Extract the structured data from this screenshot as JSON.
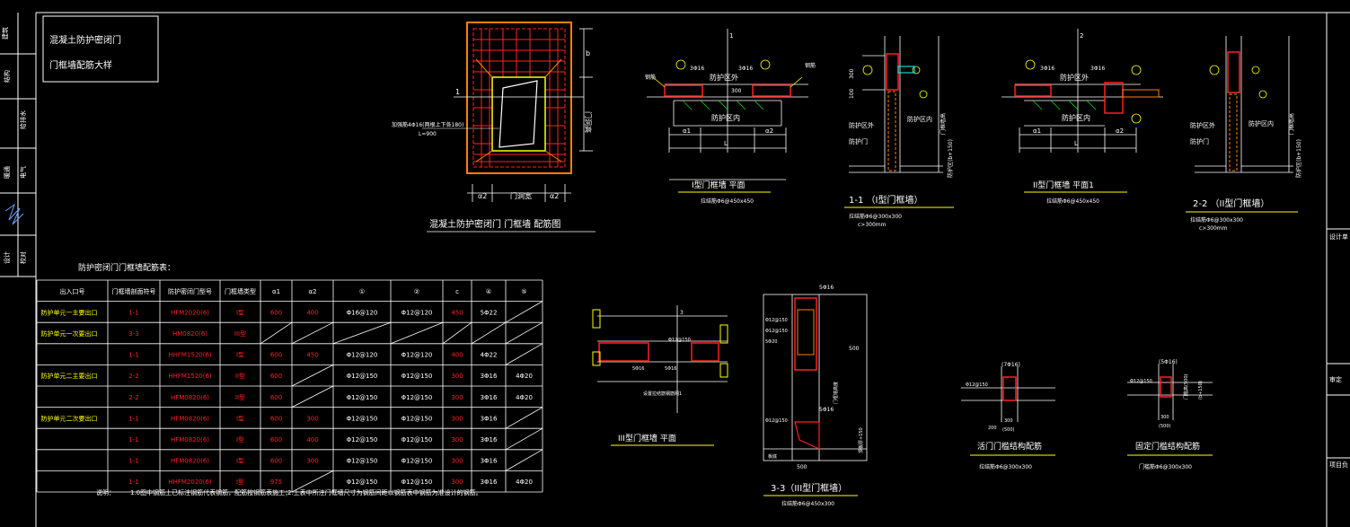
{
  "title_block": {
    "line1": "混凝土防护密闭门",
    "line2": "门框墙配筋大样"
  },
  "main_drawing": {
    "caption": "混凝土防护密闭门 门框墙 配筋图",
    "note_line1": "加强筋4Φ16(两根上下各180)",
    "note_line2": "L=900",
    "dim_a2_left": "α2",
    "dim_door_width": "门洞宽",
    "dim_a2_right": "α2",
    "dim_height": "门洞高",
    "dim_b": "b",
    "section_mark": "1"
  },
  "plan_type1": {
    "title": "I型门框墙 平面",
    "subtitle": "拉结筋Φ6@450x450",
    "outer_label": "防护区外",
    "inner_label": "防护区内",
    "dim_a1": "α1",
    "dim_L": "L",
    "dim_a2": "α2",
    "label_left": "3Φ16",
    "label_right": "3Φ16",
    "label_300": "300",
    "section_mark": "1",
    "tag_note": "钢筋",
    "tag_note2": "钢筋"
  },
  "section_1_1": {
    "title": "1-1 （I型门框墙）",
    "sub1": "拉结筋Φ6@300x300",
    "sub2": "c>300mm",
    "inner_label": "防护区内",
    "outer_label": "防护区外",
    "door_label": "防护门",
    "side_label": "门框墙高",
    "side_label2": "防护区(b+150)",
    "dim_a": "300",
    "dim_b": "100"
  },
  "plan_type2": {
    "title": "II型门框墙 平面1",
    "subtitle": "拉结筋Φ6@450x450",
    "outer_label": "防护区外",
    "inner_label": "防护区内",
    "dim_a1": "α1",
    "dim_L": "L",
    "dim_a2": "α2",
    "label_left": "3Φ16",
    "label_right": "3Φ16",
    "section_mark": "2"
  },
  "section_2_2": {
    "title": "2-2 （II型门框墙）",
    "sub1": "拉结筋Φ6@300x300",
    "sub2": "c>300mm",
    "inner_label": "防护区内",
    "outer_label": "防护区外",
    "door_label": "防护门",
    "side_label": "门框墙高",
    "side_label2": "防护区(b+150)"
  },
  "table": {
    "caption": "防护密闭门门框墙配筋表：",
    "headers": [
      "出入口号",
      "门框墙剖面符号",
      "防护密闭门型号",
      "门框墙类型",
      "α1",
      "α2",
      "①",
      "②",
      "c",
      "④",
      "⑤"
    ],
    "rows": [
      [
        "防护单元一主要出口",
        "1-1",
        "HFM2020(6)",
        "I型",
        "600",
        "400",
        "Φ16@120",
        "Φ12@120",
        "450",
        "5Φ22",
        ""
      ],
      [
        "防护单元一次要出口",
        "3-3",
        "HM0820(6)",
        "III型",
        "",
        "",
        "",
        "",
        "",
        "",
        ""
      ],
      [
        "",
        "1-1",
        "HHFM1520(6)",
        "I型",
        "600",
        "450",
        "Φ12@120",
        "Φ12@120",
        "400",
        "4Φ22",
        ""
      ],
      [
        "防护单元二主要出口",
        "2-2",
        "HHFM1520(6)",
        "II型",
        "600",
        "",
        "Φ12@150",
        "Φ12@150",
        "300",
        "3Φ16",
        "4Φ20"
      ],
      [
        "",
        "2-2",
        "HFM0820(6)",
        "II型",
        "600",
        "",
        "Φ12@150",
        "Φ12@150",
        "300",
        "3Φ16",
        "4Φ20"
      ],
      [
        "防护单元二次要出口",
        "1-1",
        "HFM0820(6)",
        "I型",
        "600",
        "300",
        "Φ12@150",
        "Φ12@150",
        "300",
        "3Φ16",
        ""
      ],
      [
        "",
        "1-1",
        "HFM0820(6)",
        "I型",
        "600",
        "400",
        "Φ12@150",
        "Φ12@150",
        "300",
        "3Φ16",
        ""
      ],
      [
        "",
        "1-1",
        "HFM0820(6)",
        "I型",
        "600",
        "300",
        "Φ12@150",
        "Φ12@150",
        "300",
        "3Φ16",
        ""
      ],
      [
        "",
        "1-1",
        "HHFM2020(6)",
        "I型",
        "975",
        "",
        "Φ12@150",
        "Φ12@150",
        "300",
        "3Φ16",
        "4Φ20"
      ]
    ]
  },
  "notes": {
    "label": "说明：",
    "note1": "1.0图中钢筋上已标注钢筋代表钢筋，配筋按钢筋表施工；",
    "note2": "2.上表中所注门框墙尺寸为钢筋间距以钢筋表中钢筋为准设计的钢筋。"
  },
  "plan_type3": {
    "title": "III型门框墙 平面",
    "label_1": "Φ12@150",
    "label_2": "5Φ16",
    "label_3": "5Φ16",
    "label_4": "设置拉结筋钢筋网1",
    "section_mark": "3"
  },
  "section_3_3": {
    "title": "3-3（III型门框墙）",
    "subtitle": "拉结筋Φ6@450x300",
    "label_top": "5Φ16",
    "label_a": "Φ12@150",
    "label_b": "Φ12@150",
    "label_c": "5Φ20",
    "label_d": "5Φ16",
    "label_e": "Φ12@150",
    "dim_500": "500",
    "dim_500b": "500",
    "side": "门框墙高度",
    "side2": "顶板厚+150",
    "bottom": "板底"
  },
  "active_door": {
    "title": "活门门槛结构配筋",
    "sub": "拉结筋Φ6@300x300",
    "label_top": "(7Φ16)",
    "label_l": "Φ12@150",
    "dim": "300",
    "dim2": "(500)",
    "dim3": "200"
  },
  "fixed_door": {
    "title": "固定门槛结构配筋",
    "sub": "门槛筋Φ6@300x300",
    "label_top": "(5Φ16)",
    "label_l": "Φ12@150",
    "dim": "300",
    "dim2": "(500)",
    "side": "门槛高(500)",
    "side2": "(b+150)"
  },
  "sidebar_labels": [
    "建筑",
    "结构",
    "给排水",
    "暖通",
    "电气",
    "设计",
    "校对"
  ],
  "right_labels": [
    "设计单",
    "审定",
    "项目负"
  ],
  "colors": {
    "bg": "#000000",
    "line": "#ffffff",
    "accent_red": "#ff2020",
    "accent_orange": "#ff8000",
    "accent_yellow": "#ffff00",
    "accent_green": "#00ff00",
    "accent_cyan": "#00ffff"
  }
}
